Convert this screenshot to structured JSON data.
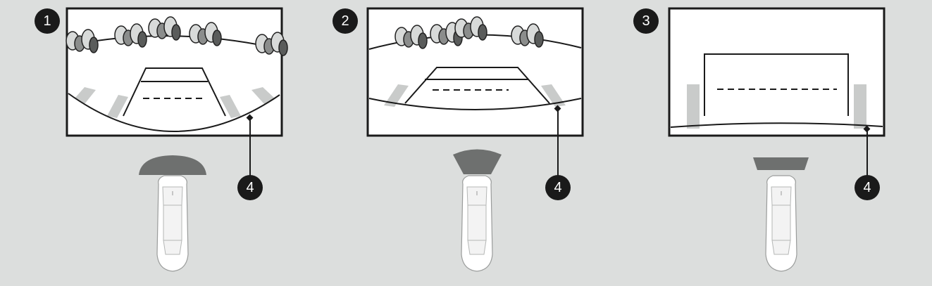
{
  "panels": [
    {
      "label": "1",
      "view": "wide-view"
    },
    {
      "label": "2",
      "view": "normal-view"
    },
    {
      "label": "3",
      "view": "top-view"
    }
  ],
  "callout": {
    "label": "4"
  },
  "colors": {
    "background": "#dcdedd",
    "coverage": "#6e706f",
    "stripe": "#c9cbca",
    "ink": "#1a1a1a"
  }
}
